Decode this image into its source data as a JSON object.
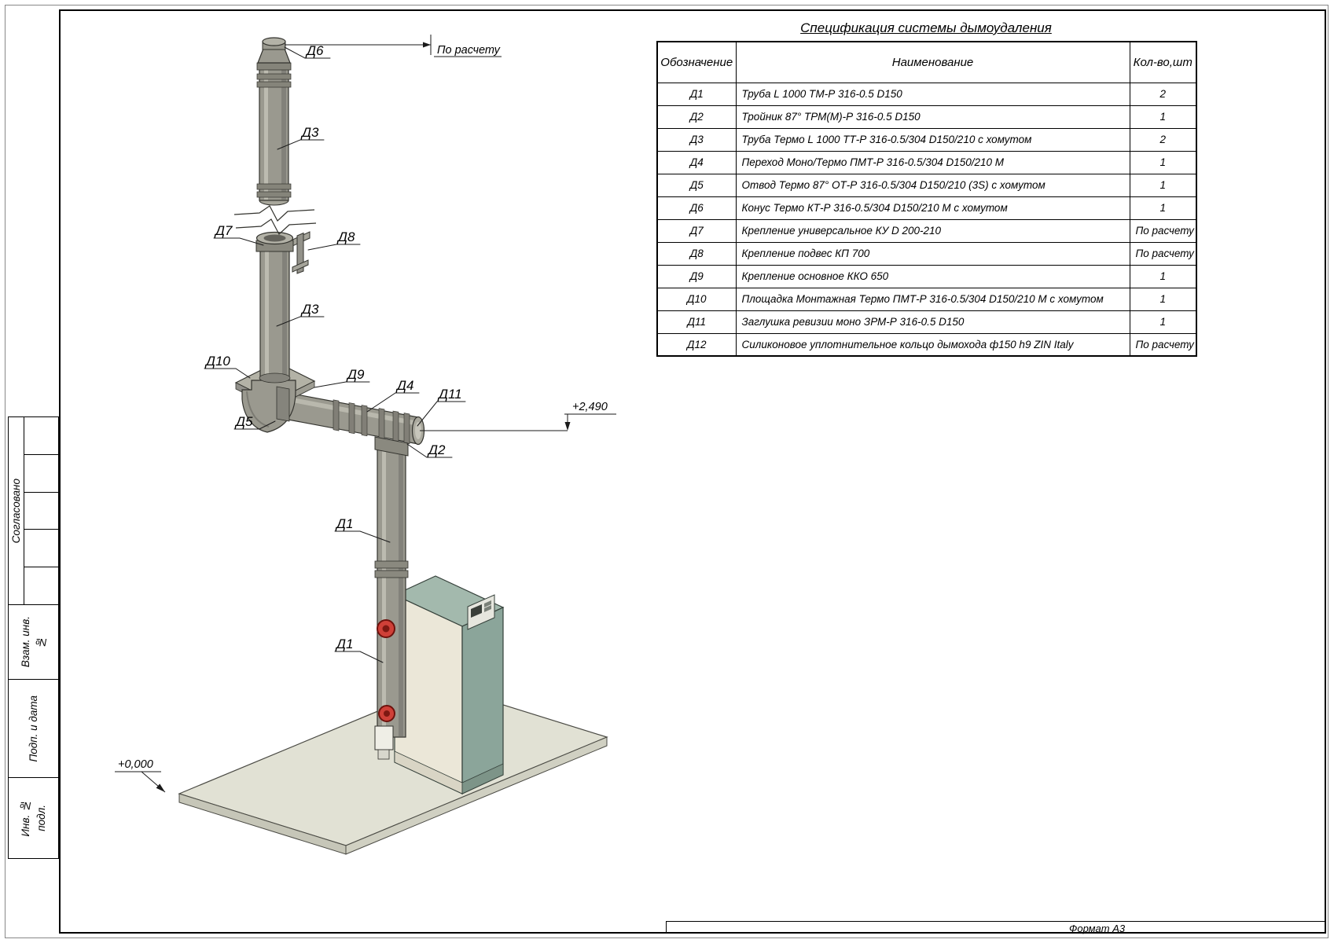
{
  "page": {
    "format_label": "Формат А3"
  },
  "sidebar": {
    "approved": "Согласовано",
    "vzam_inv": "Взам. инв.",
    "vzam_inv_no": "№",
    "podp_data": "Подп. и дата",
    "inv_no": "Инв. №",
    "inv_podl": "подл."
  },
  "spec_table": {
    "title": "Спецификация системы дымоудаления",
    "headers": [
      "Обозначение",
      "Наименование",
      "Кол-во,шт"
    ],
    "rows": [
      [
        "Д1",
        "Труба L 1000 ТМ-Р 316-0.5 D150",
        "2"
      ],
      [
        "Д2",
        "Тройник 87° ТРМ(М)-Р 316-0.5 D150",
        "1"
      ],
      [
        "Д3",
        "Труба Термо L 1000 ТТ-Р 316-0.5/304 D150/210 с хомутом",
        "2"
      ],
      [
        "Д4",
        "Переход Моно/Термо ПМТ-Р 316-0.5/304 D150/210 М",
        "1"
      ],
      [
        "Д5",
        "Отвод Термо 87° ОТ-Р 316-0.5/304 D150/210 (3S) с хомутом",
        "1"
      ],
      [
        "Д6",
        "Конус Термо КТ-Р 316-0.5/304 D150/210 М с хомутом",
        "1"
      ],
      [
        "Д7",
        "Крепление универсальное КУ D 200-210",
        "По расчету"
      ],
      [
        "Д8",
        "Крепление подвес КП 700",
        "По расчету"
      ],
      [
        "Д9",
        "Крепление основное ККО 650",
        "1"
      ],
      [
        "Д10",
        "Площадка Монтажная Термо ПМТ-Р 316-0.5/304 D150/210 М с хомутом",
        "1"
      ],
      [
        "Д11",
        "Заглушка ревизии моно ЗРМ-Р 316-0.5 D150",
        "1"
      ],
      [
        "Д12",
        "Силиконовое уплотнительное кольцо дымохода ф150 h9 ZIN Italy",
        "По расчету"
      ]
    ]
  },
  "drawing": {
    "labels": {
      "d6": "Д6",
      "d3_top": "Д3",
      "d7": "Д7",
      "d8": "Д8",
      "d3_mid": "Д3",
      "d10": "Д10",
      "d9": "Д9",
      "d4": "Д4",
      "d11": "Д11",
      "d5": "Д5",
      "d2": "Д2",
      "d1_upper": "Д1",
      "d1_lower": "Д1"
    },
    "dimensions": {
      "top_height": "По расчету",
      "tee_level": "+2,490",
      "ground_level": "+0,000"
    },
    "colors": {
      "pipe": "#9a998f",
      "boiler_front": "#ebe7d8",
      "boiler_side": "#8ba59a",
      "floor": "#e1e1d4",
      "flange_red": "#cf4038"
    }
  }
}
